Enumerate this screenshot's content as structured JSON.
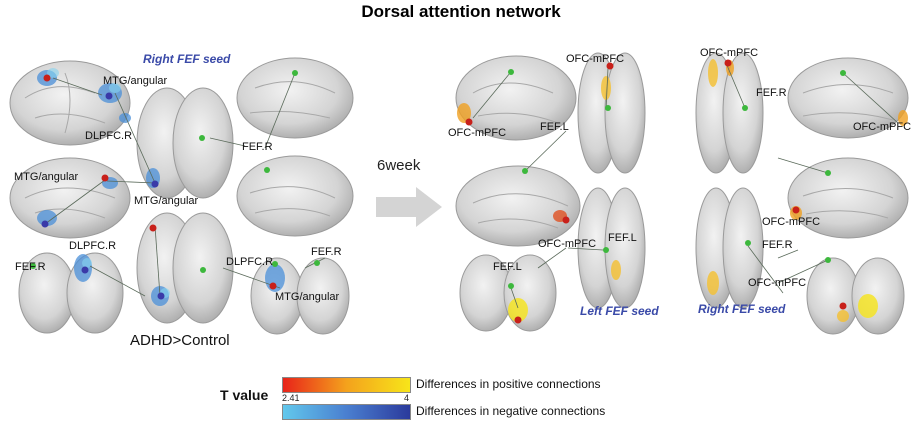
{
  "title": "Dorsal attention network",
  "left_panel": {
    "seed_label": "Right FEF seed",
    "region_labels": {
      "mtg_angular_1": "MTG/angular",
      "dlpfc_1": "DLPFC.R",
      "fef_r_1": "FEF.R",
      "mtg_angular_2": "MTG/angular",
      "mtg_angular_3": "MTG/angular",
      "dlpfc_2": "DLPFC.R",
      "fef_r_2": "FEF.R",
      "dlpfc_3": "DLPFC.R",
      "fef_r_3": "FEF.R",
      "mtg_angular_4": "MTG/angular"
    },
    "comparison_label": "ADHD>Control"
  },
  "arrow_label": "6week",
  "right_panel": {
    "left_seed_label": "Left FEF seed",
    "right_seed_label": "Right FEF seed",
    "region_labels": {
      "ofc_mpfc_top_left": "OFC-mPFC",
      "ofc_mpfc_top_mid": "OFC-mPFC",
      "ofc_mpfc_side_left": "OFC-mPFC",
      "fef_l_1": "FEF.L",
      "fef_r_1": "FEF.R",
      "ofc_mpfc_side_right": "OFC-mPFC",
      "ofc_mpfc_mid_left": "OFC-mPFC",
      "fef_l_2": "FEF.L",
      "ofc_mpfc_mid_right": "OFC-mPFC",
      "fef_r_2": "FEF.R",
      "fef_l_3": "FEF.L",
      "ofc_mpfc_bottom_right": "OFC-mPFC"
    }
  },
  "legend": {
    "title": "T value",
    "min_tick": "2.41",
    "max_tick": "4",
    "positive_label": "Differences in positive connections",
    "negative_label": "Differences in negative connections",
    "positive_colors": [
      "#e8231a",
      "#f7e51a"
    ],
    "negative_colors": [
      "#62c8ec",
      "#2b3a9c"
    ]
  },
  "colors": {
    "seed_text": "#3a4aa8",
    "brain_fill": "#d6d6d6",
    "node_green": "#3db83d",
    "node_red": "#c8201a",
    "node_blue": "#3a3aa8"
  }
}
